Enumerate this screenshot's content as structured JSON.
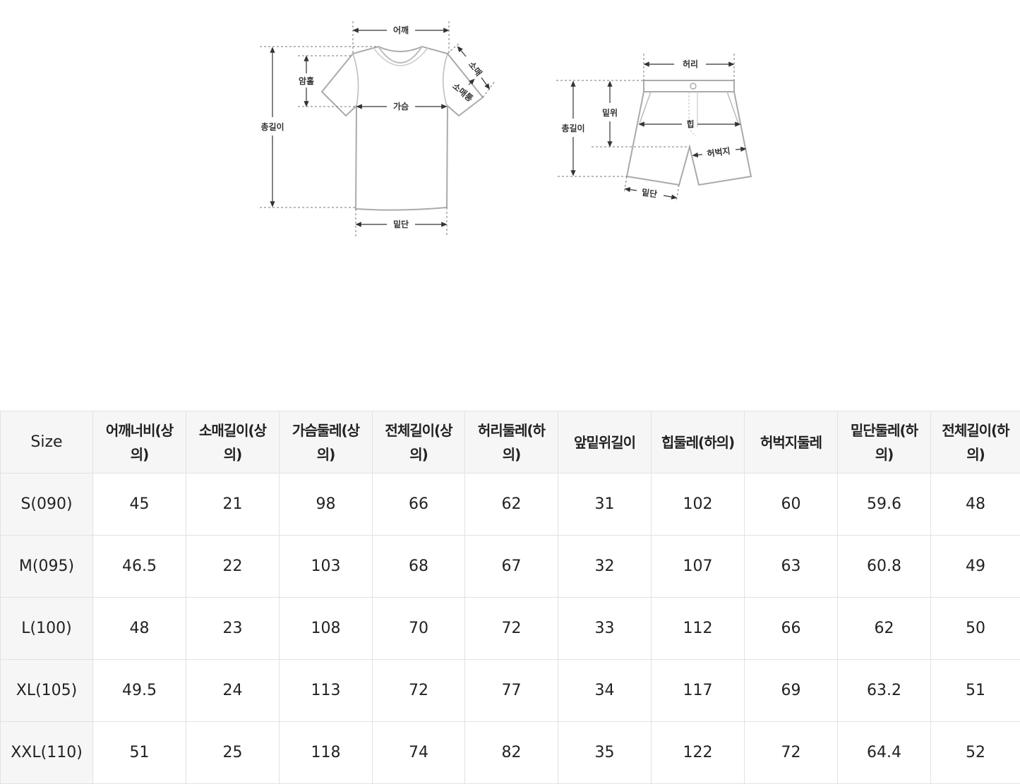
{
  "diagram": {
    "top_labels": {
      "shoulder": "어깨",
      "sleeve": "소매",
      "sleeve_width": "소매통",
      "armhole": "암홀",
      "chest": "가슴",
      "total_length": "총길이",
      "hem": "밑단"
    },
    "bottom_labels": {
      "waist": "허리",
      "rise": "밑위",
      "hip": "힙",
      "thigh": "허벅지",
      "total_length": "총길이",
      "hem": "밑단"
    }
  },
  "size_table": {
    "headers": [
      "Size",
      "어깨너비(상의)",
      "소매길이(상의)",
      "가슴둘레(상의)",
      "전체길이(상의)",
      "허리둘레(하의)",
      "앞밑위길이",
      "힙둘레(하의)",
      "허벅지둘레",
      "밑단둘레(하의)",
      "전체길이(하의)"
    ],
    "rows": [
      {
        "size": "S(090)",
        "values": [
          "45",
          "21",
          "98",
          "66",
          "62",
          "31",
          "102",
          "60",
          "59.6",
          "48"
        ]
      },
      {
        "size": "M(095)",
        "values": [
          "46.5",
          "22",
          "103",
          "68",
          "67",
          "32",
          "107",
          "63",
          "60.8",
          "49"
        ]
      },
      {
        "size": "L(100)",
        "values": [
          "48",
          "23",
          "108",
          "70",
          "72",
          "33",
          "112",
          "66",
          "62",
          "50"
        ]
      },
      {
        "size": "XL(105)",
        "values": [
          "49.5",
          "24",
          "113",
          "72",
          "77",
          "34",
          "117",
          "69",
          "63.2",
          "51"
        ]
      },
      {
        "size": "XXL(110)",
        "values": [
          "51",
          "25",
          "118",
          "74",
          "82",
          "35",
          "122",
          "72",
          "64.4",
          "52"
        ]
      }
    ]
  }
}
